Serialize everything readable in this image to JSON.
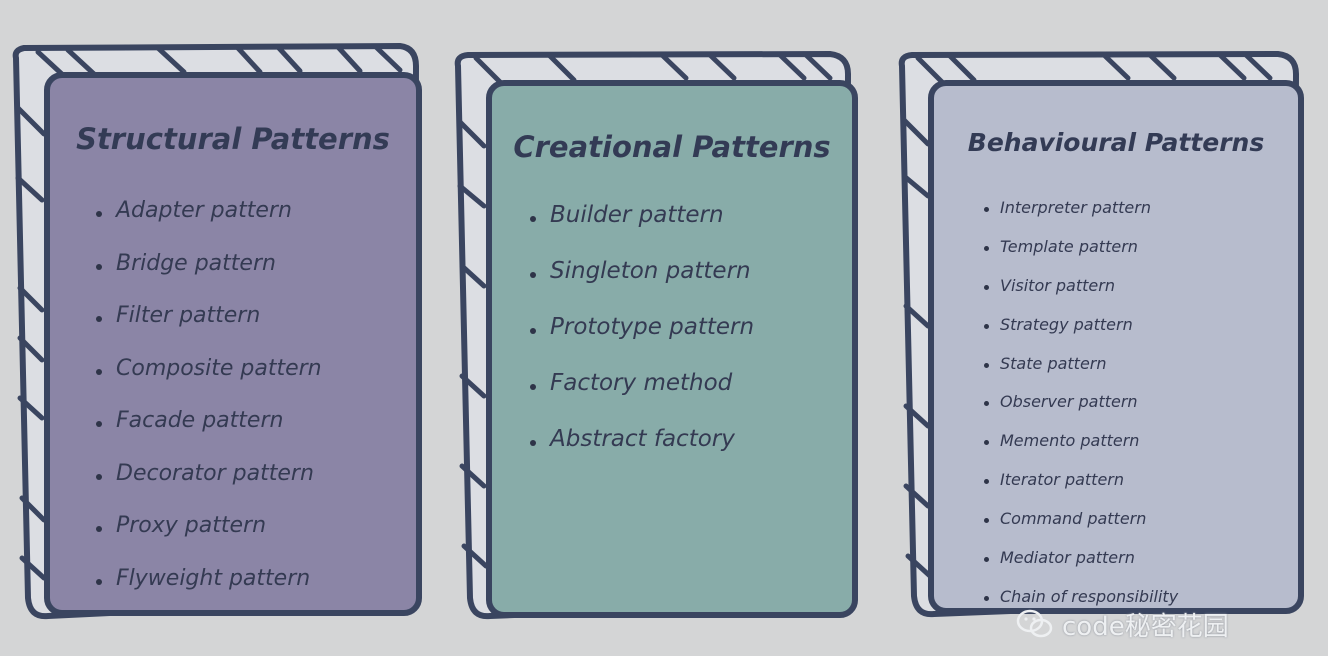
{
  "cards": [
    {
      "title": "Structural Patterns",
      "items": [
        "Adapter pattern",
        "Bridge pattern",
        "Filter pattern",
        "Composite pattern",
        "Facade pattern",
        "Decorator pattern",
        "Proxy pattern",
        "Flyweight pattern"
      ]
    },
    {
      "title": "Creational Patterns",
      "items": [
        "Builder pattern",
        "Singleton pattern",
        "Prototype pattern",
        "Factory method",
        "Abstract factory"
      ]
    },
    {
      "title": "Behavioural Patterns",
      "items": [
        "Interpreter pattern",
        "Template pattern",
        "Visitor pattern",
        "Strategy pattern",
        "State pattern",
        "Observer pattern",
        "Memento pattern",
        "Iterator pattern",
        "Command pattern",
        "Mediator pattern",
        "Chain of responsibility"
      ]
    }
  ],
  "colors": {
    "background": "#d4d5d6",
    "outline": "#3a4560",
    "structural_fill": "#8b85a6",
    "creational_fill": "#88aca9",
    "behavioural_fill": "#b7bccd"
  },
  "watermark": {
    "text": "code秘密花园",
    "icon": "wechat-icon"
  }
}
